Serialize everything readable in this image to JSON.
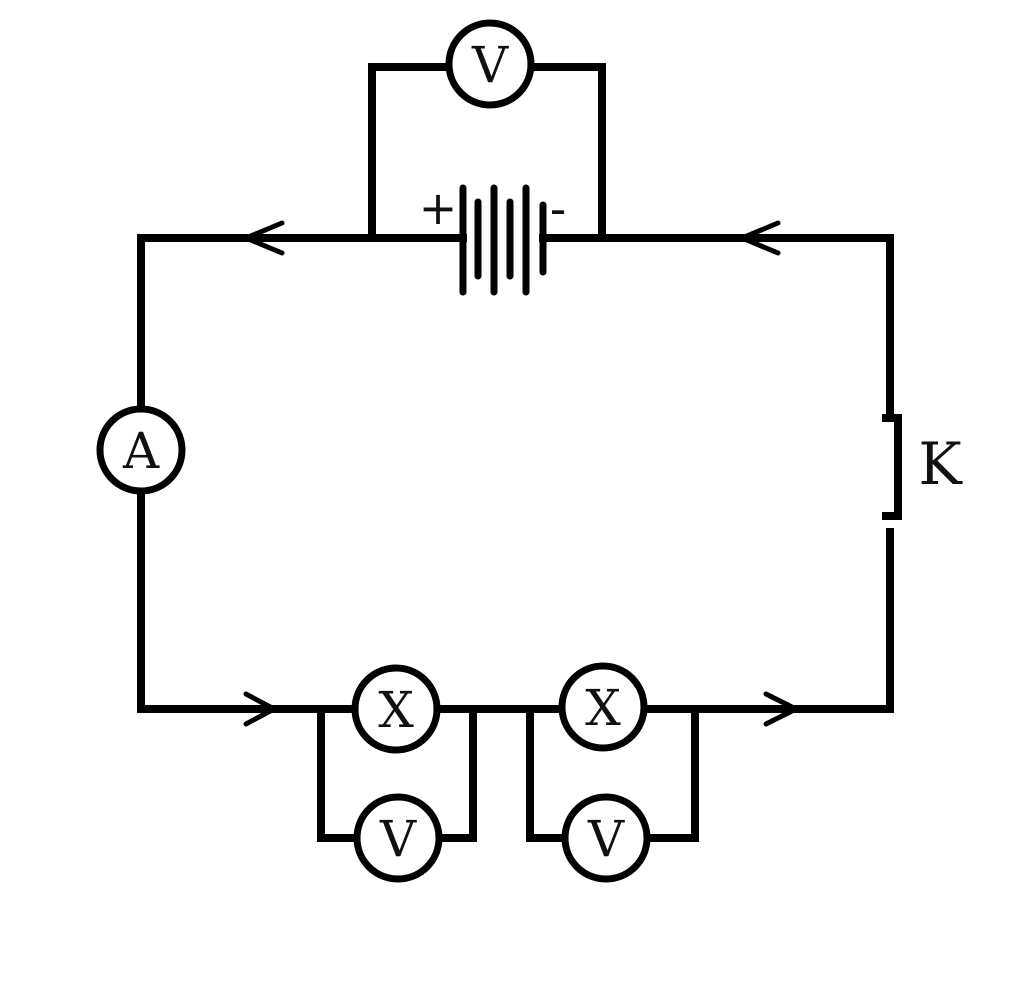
{
  "diagram": {
    "voltmeter_label": "V",
    "ammeter_label": "A",
    "lamp_label": "X",
    "switch_label": "K",
    "battery_plus": "+",
    "battery_minus": "-"
  }
}
